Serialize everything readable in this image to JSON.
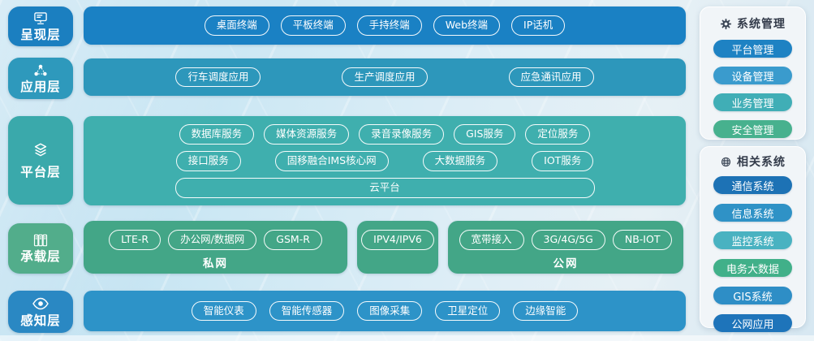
{
  "palette": {
    "chip1": "#1b7fc0",
    "chip2": "#2e99bc",
    "chip3": "#3aa9ab",
    "chip4": "#52ad8b",
    "chip5": "#2a88c3",
    "band1": "#1a81c4",
    "band2": "#2d97bb",
    "band3": "#3fafae",
    "band4": "#43a687",
    "band5": "#2d93c8",
    "sb1": "#1e82c3",
    "sb2": "#3a9bcd",
    "sb3": "#40aeb6",
    "sb4": "#47b18e",
    "rs1": "#1d72b5",
    "rs2": "#2f92c6",
    "rs3": "#49b2c1",
    "rs4": "#41b089",
    "rs5": "#2e8ec6",
    "rs6": "#1e74ba",
    "cardbg": "#f1f5f8",
    "ink": "#333b4a"
  },
  "layers": [
    {
      "label": "呈现层",
      "icon": "monitor-icon"
    },
    {
      "label": "应用层",
      "icon": "share-icon"
    },
    {
      "label": "平台层",
      "icon": "layers-icon"
    },
    {
      "label": "承载层",
      "icon": "rack-icon"
    },
    {
      "label": "感知层",
      "icon": "eye-icon"
    }
  ],
  "presentation": {
    "pills": [
      "桌面终端",
      "平板终端",
      "手持终端",
      "Web终端",
      "IP话机"
    ]
  },
  "application": {
    "pills": [
      "行车调度应用",
      "生产调度应用",
      "应急通讯应用"
    ]
  },
  "platform": {
    "row1": [
      "数据库服务",
      "媒体资源服务",
      "录音录像服务",
      "GIS服务",
      "定位服务"
    ],
    "row2": [
      "接口服务",
      "固移融合IMS核心网",
      "大数据服务",
      "IOT服务"
    ],
    "wide": "云平台"
  },
  "bearer": {
    "private": {
      "pills": [
        "LTE-R",
        "办公网/数据网",
        "GSM-R"
      ],
      "caption": "私网"
    },
    "ip": {
      "pills": [
        "IPV4/IPV6"
      ]
    },
    "public": {
      "pills": [
        "宽带接入",
        "3G/4G/5G",
        "NB-IOT"
      ],
      "caption": "公网"
    }
  },
  "perception": {
    "pills": [
      "智能仪表",
      "智能传感器",
      "图像采集",
      "卫星定位",
      "边缘智能"
    ]
  },
  "sidebar": {
    "system": {
      "title": "系统管理",
      "icon": "gear-icon",
      "items": [
        "平台管理",
        "设备管理",
        "业务管理",
        "安全管理"
      ]
    },
    "related": {
      "title": "相关系统",
      "icon": "globe-icon",
      "items": [
        "通信系统",
        "信息系统",
        "监控系统",
        "电务大数据",
        "GIS系统",
        "公网应用"
      ]
    }
  }
}
